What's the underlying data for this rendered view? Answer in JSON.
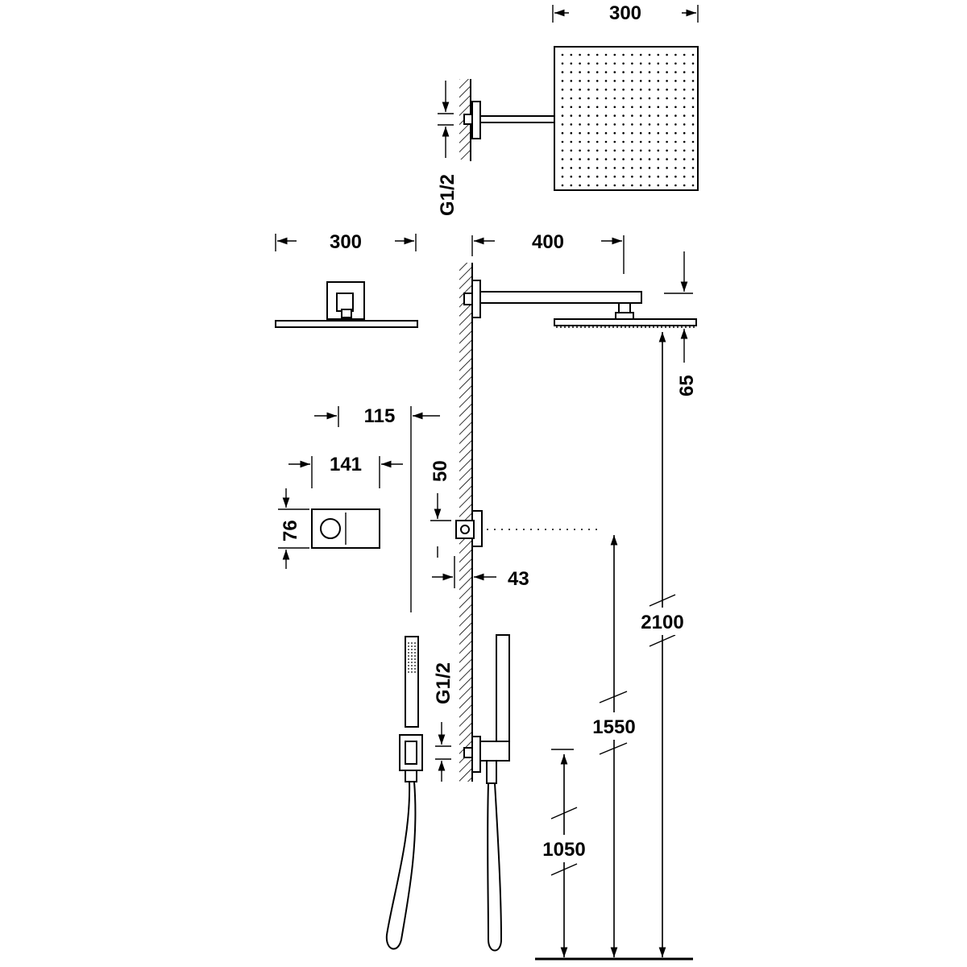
{
  "dimensions": {
    "rain_head_width_top": "300",
    "inlet_top": "G1/2",
    "rain_head_width_front": "300",
    "arm_length": "400",
    "head_thickness": "65",
    "panel_depth": "115",
    "panel_width": "141",
    "panel_height": "76",
    "valve_offset": "50",
    "valve_depth": "43",
    "inlet_bottom": "G1/2",
    "height_head": "2100",
    "height_valve": "1550",
    "height_outlet": "1050"
  },
  "colors": {
    "line": "#000000",
    "background": "#ffffff"
  }
}
